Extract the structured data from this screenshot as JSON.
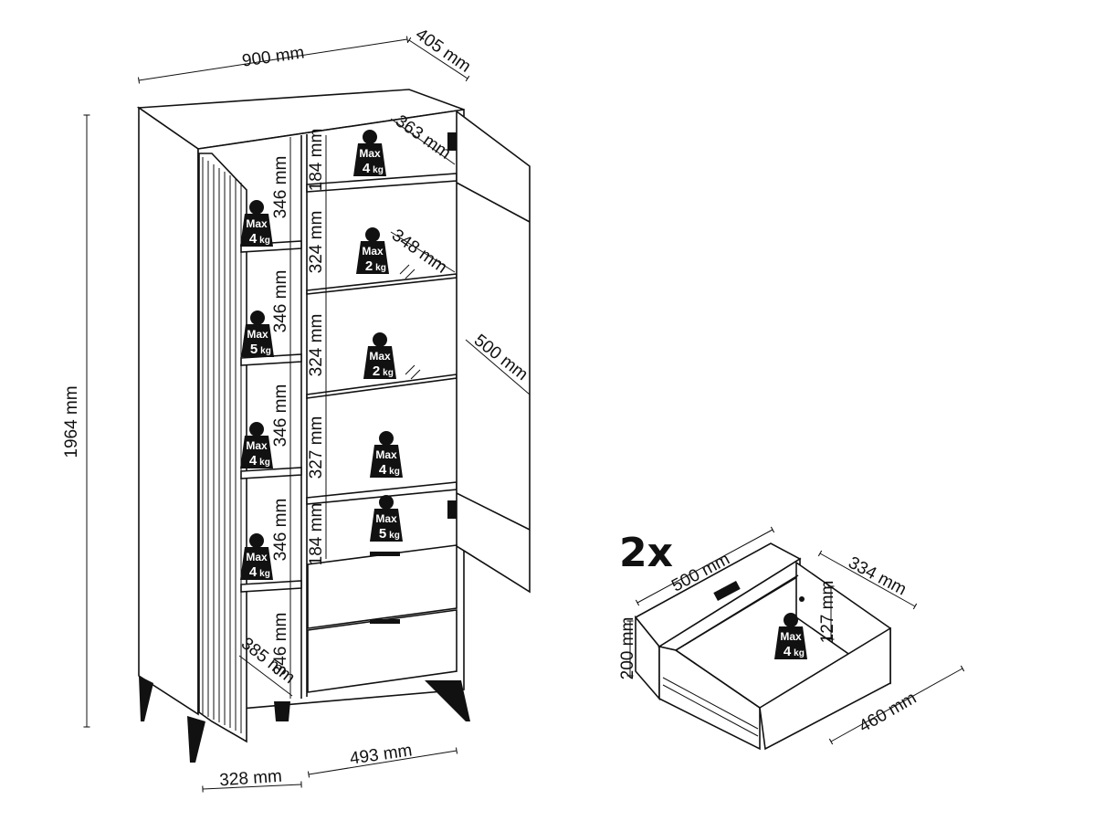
{
  "cabinet": {
    "width": "900 mm",
    "depth": "405 mm",
    "height": "1964 mm",
    "left_width": "328 mm",
    "right_width": "493 mm",
    "left_shelf_depth": "385 mm",
    "top_shelf_depth": "363 mm",
    "glass_shelf_depth": "348 mm",
    "door_width": "500 mm",
    "left_gaps": [
      "346 mm",
      "346 mm",
      "346 mm",
      "346 mm",
      "346 mm"
    ],
    "right_gaps": [
      "184 mm",
      "324 mm",
      "324 mm",
      "327 mm",
      "184 mm"
    ]
  },
  "weights": [
    {
      "label": "Max",
      "value": "4",
      "unit": "kg"
    },
    {
      "label": "Max",
      "value": "5",
      "unit": "kg"
    },
    {
      "label": "Max",
      "value": "4",
      "unit": "kg"
    },
    {
      "label": "Max",
      "value": "4",
      "unit": "kg"
    },
    {
      "label": "Max",
      "value": "4",
      "unit": "kg"
    },
    {
      "label": "Max",
      "value": "2",
      "unit": "kg"
    },
    {
      "label": "Max",
      "value": "2",
      "unit": "kg"
    },
    {
      "label": "Max",
      "value": "4",
      "unit": "kg"
    },
    {
      "label": "Max",
      "value": "5",
      "unit": "kg"
    }
  ],
  "drawer": {
    "count": "2x",
    "width": "500 mm",
    "depth": "334 mm",
    "height": "200 mm",
    "inner_height": "127 mm",
    "length": "460 mm",
    "weight": {
      "label": "Max",
      "value": "4",
      "unit": "kg"
    }
  }
}
